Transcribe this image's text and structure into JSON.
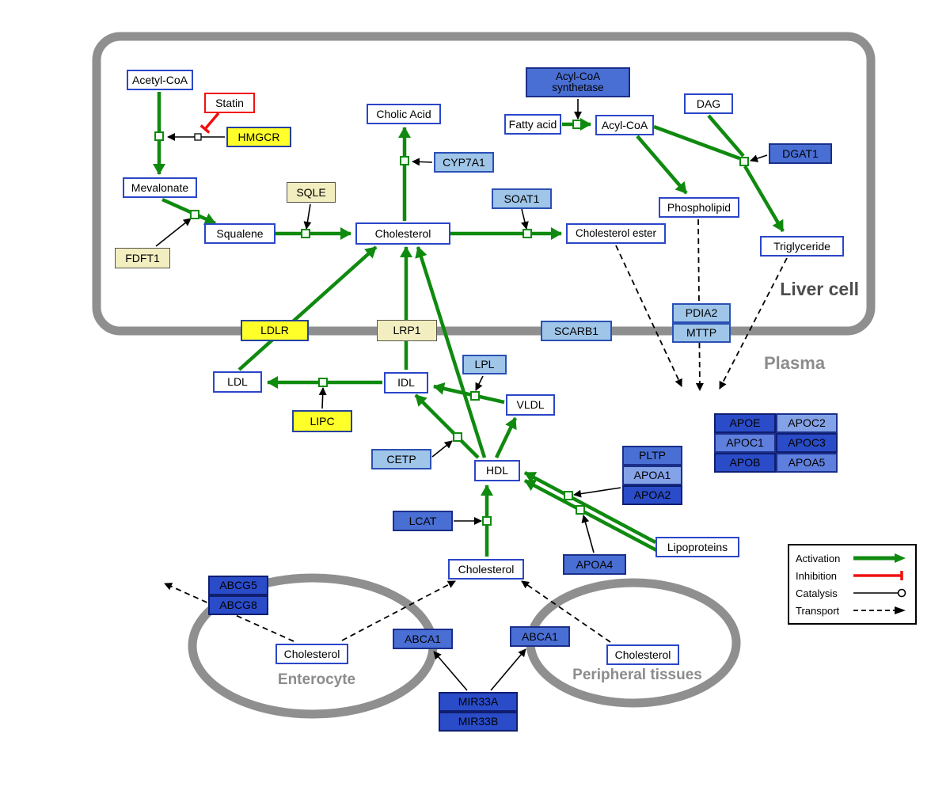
{
  "regions": {
    "liver": "Liver cell",
    "plasma": "Plasma",
    "enterocyte": "Enterocyte",
    "peripheral": "Peripheral tissues"
  },
  "nodes": {
    "acetyl_coa": "Acetyl-CoA",
    "statin": "Statin",
    "hmgcr": "HMGCR",
    "mevalonate": "Mevalonate",
    "cholic_acid": "Cholic Acid",
    "cyp7a1": "CYP7A1",
    "acyl_coa_synthetase": "Acyl-CoA\nsynthetase",
    "fatty_acid": "Fatty acid",
    "acyl_coa": "Acyl-CoA",
    "dag": "DAG",
    "dgat1": "DGAT1",
    "sqle": "SQLE",
    "soat1": "SOAT1",
    "phospholipid": "Phospholipid",
    "fdft1": "FDFT1",
    "squalene": "Squalene",
    "cholesterol_liver": "Cholesterol",
    "cholesterol_ester": "Cholesterol ester",
    "triglyceride": "Triglyceride",
    "ldlr": "LDLR",
    "lrp1": "LRP1",
    "scarb1": "SCARB1",
    "pdia2": "PDIA2",
    "mttp": "MTTP",
    "ldl": "LDL",
    "idl": "IDL",
    "lpl": "LPL",
    "vldl": "VLDL",
    "lipc": "LIPC",
    "cetp": "CETP",
    "hdl": "HDL",
    "pltp": "PLTP",
    "apoa1": "APOA1",
    "apoa2": "APOA2",
    "apoe": "APOE",
    "apoc2": "APOC2",
    "apoc1": "APOC1",
    "apoc3": "APOC3",
    "apob": "APOB",
    "apoa5": "APOA5",
    "lcat": "LCAT",
    "apoa4": "APOA4",
    "lipoproteins": "Lipoproteins",
    "cholesterol_plasma": "Cholesterol",
    "abcg5": "ABCG5",
    "abcg8": "ABCG8",
    "cholesterol_enterocyte": "Cholesterol",
    "abca1_enterocyte": "ABCA1",
    "abca1_peripheral": "ABCA1",
    "cholesterol_peripheral": "Cholesterol",
    "mir33a": "MIR33A",
    "mir33b": "MIR33B"
  },
  "legend": {
    "activation": "Activation",
    "inhibition": "Inhibition",
    "catalysis": "Catalysis",
    "transport": "Transport"
  },
  "colors": {
    "activation_green": "#0f8a0f",
    "inhibition_red": "#f01010",
    "membrane_gray": "#8f8f8f",
    "metabolite_border_blue": "#2b46c8",
    "enzyme_yellow": "#ffff2a",
    "enzyme_pale_yellow": "#f2eec0",
    "protein_light_blue": "#9fc5e8",
    "protein_blue": "#4a6fd4",
    "protein_dark_blue": "#2a4cc8"
  }
}
